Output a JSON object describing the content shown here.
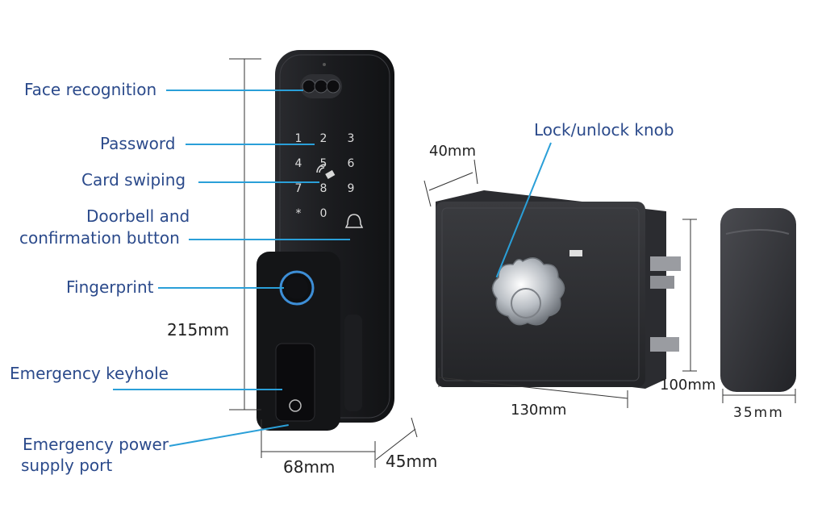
{
  "callouts": {
    "face_recognition": "Face recognition",
    "password": "Password",
    "card_swiping": "Card swiping",
    "doorbell_line1": "Doorbell  and",
    "doorbell_line2": "confirmation button",
    "fingerprint": "Fingerprint",
    "emergency_keyhole": "Emergency keyhole",
    "power_line1": "Emergency power",
    "power_line2": "supply port",
    "knob": "Lock/unlock knob"
  },
  "dimensions": {
    "height_215": "215mm",
    "width_68": "68mm",
    "depth_45": "45mm",
    "depth_40": "40mm",
    "width_130": "130mm",
    "height_100": "100mm",
    "depth_35": "35mm"
  },
  "keypad": [
    "1",
    "2",
    "3",
    "4",
    "5",
    "6",
    "7",
    "8",
    "9",
    "*",
    "0",
    "#"
  ],
  "colors": {
    "callout_text": "#2b4a8b",
    "leader_line": "#2a9fd8",
    "device_body": "#1b1c1f"
  }
}
